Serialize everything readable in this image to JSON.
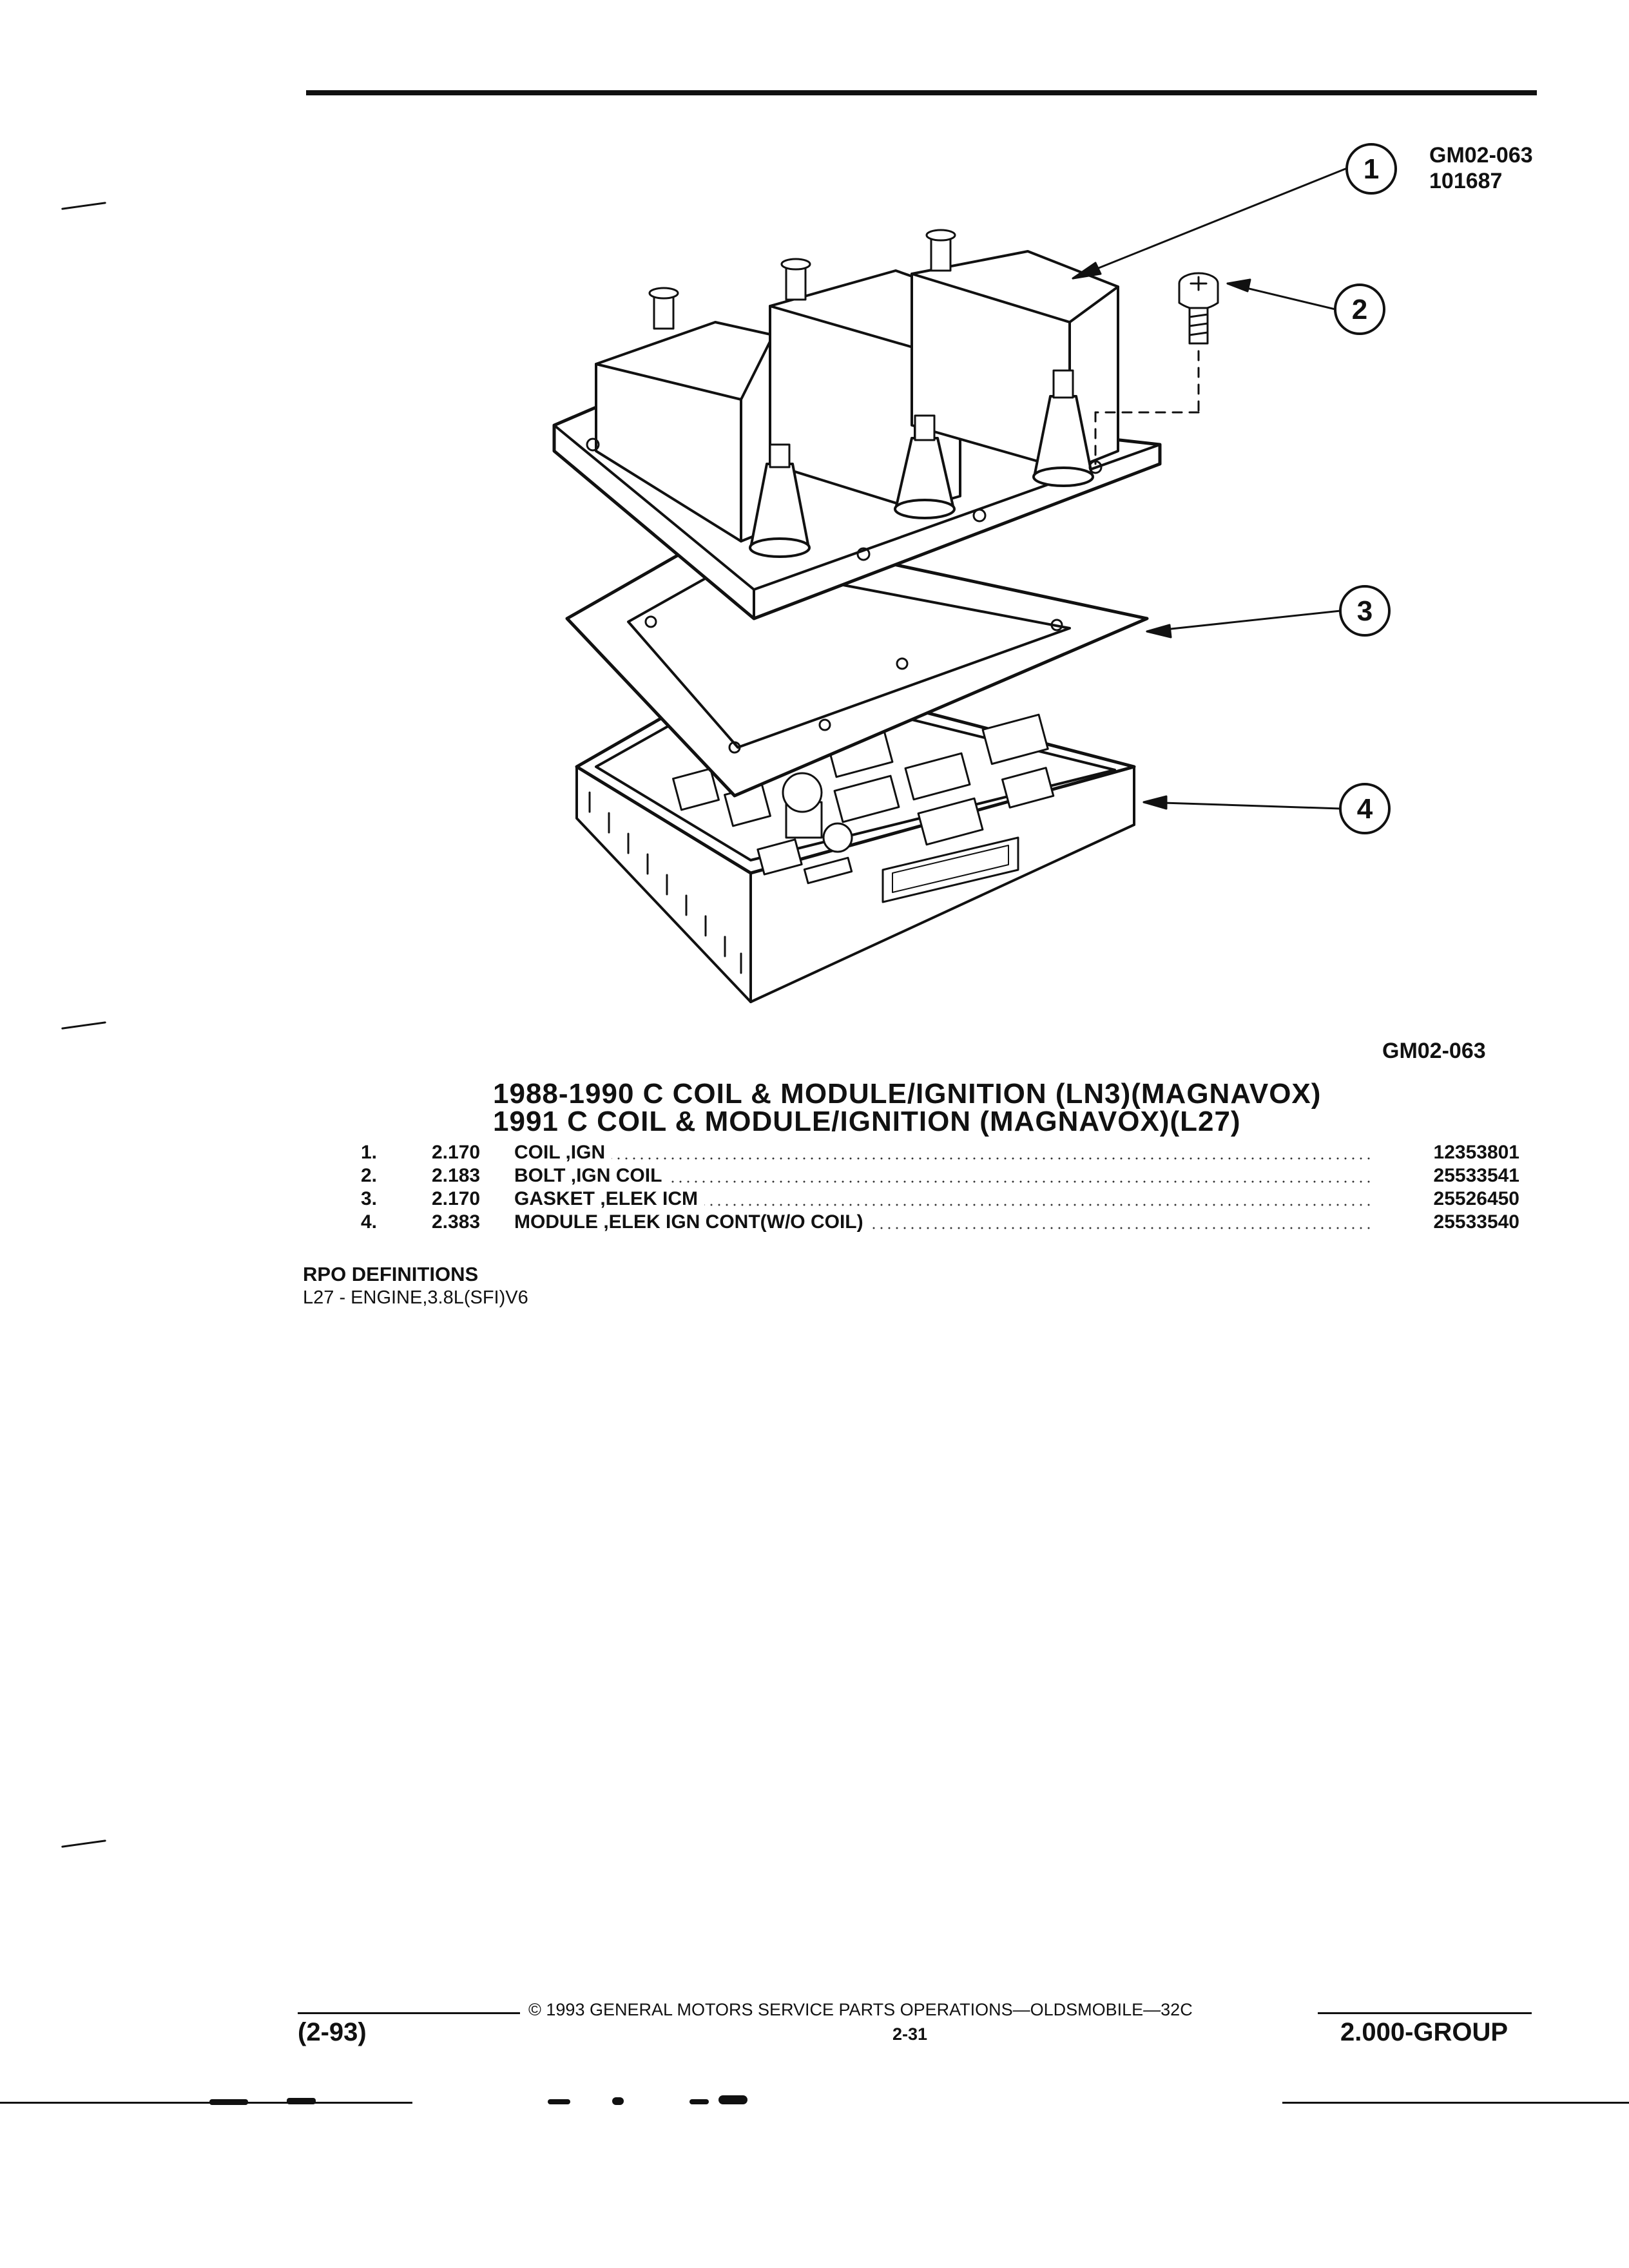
{
  "figure": {
    "code": "GM02-063",
    "date_code": "101687",
    "bottom_code": "GM02-063",
    "callouts": [
      "1",
      "2",
      "3",
      "4"
    ]
  },
  "titles": {
    "line1": "1988-1990 C COIL & MODULE/IGNITION (LN3)(MAGNAVOX)",
    "line2": "1991 C COIL & MODULE/IGNITION (MAGNAVOX)(L27)"
  },
  "parts": [
    {
      "num": "1.",
      "code": "2.170",
      "desc": "COIL ,IGN",
      "pn": "12353801"
    },
    {
      "num": "2.",
      "code": "2.183",
      "desc": "BOLT ,IGN COIL",
      "pn": "25533541"
    },
    {
      "num": "3.",
      "code": "2.170",
      "desc": "GASKET ,ELEK ICM",
      "pn": "25526450"
    },
    {
      "num": "4.",
      "code": "2.383",
      "desc": "MODULE ,ELEK IGN CONT(W/O COIL)",
      "pn": "25533540"
    }
  ],
  "rpo": {
    "heading": "RPO DEFINITIONS",
    "items": [
      "L27 - ENGINE,3.8L(SFI)V6"
    ]
  },
  "footer": {
    "date": "(2-93)",
    "copyright": "© 1993 GENERAL MOTORS SERVICE PARTS OPERATIONS—OLDSMOBILE—32C",
    "page": "2-31",
    "group": "2.000-GROUP"
  }
}
